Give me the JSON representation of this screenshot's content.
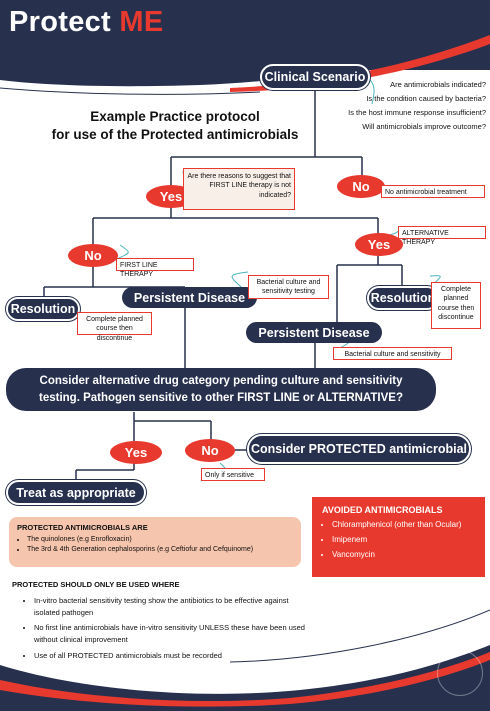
{
  "header": {
    "title_main": "Protect ",
    "title_accent": "ME"
  },
  "heading": {
    "line1": "Example Practice protocol",
    "line2": "for use of the Protected antimicrobials"
  },
  "clinical_scenario": {
    "label": "Clinical Scenario",
    "questions": [
      "Are antimicrobials indicated?",
      "Is the condition caused by bacteria?",
      "Is the host immune response insufficient?",
      "Will antimicrobials improve outcome?"
    ]
  },
  "first_branch": {
    "yes": "Yes",
    "no": "No",
    "yes_note": "Are there reasons to suggest that FIRST LINE therapy is not indicated?",
    "no_note": "No antimicrobial treatment"
  },
  "second_branch": {
    "no": "No",
    "yes": "Yes",
    "first_line_note": "FIRST LINE THERAPY",
    "alternative_note": "ALTERNATIVE THERAPY"
  },
  "left_column": {
    "resolution": "Resolution",
    "resolution_note": "Complete planned course then discontinue",
    "persistent": "Persistent  Disease",
    "culture_note": "Bacterial culture and sensitivity testing"
  },
  "right_column": {
    "resolution": "Resolution",
    "resolution_note": "Complete planned course then discontinue",
    "persistent": "Persistent  Disease",
    "culture_note": "Bacterial culture and sensitivity"
  },
  "consider_alt": {
    "line1": "Consider alternative drug category pending culture and sensitivity",
    "line2": "testing. Pathogen sensitive to other FIRST LINE or ALTERNATIVE?"
  },
  "third_branch": {
    "yes": "Yes",
    "no": "No",
    "consider_protected": "Consider PROTECTED antimicrobial",
    "only_if": "Only if sensitive",
    "treat": "Treat as appropriate"
  },
  "protected_box": {
    "title": "PROTECTED ANTIMICROBIALS ARE",
    "items": [
      "The quinolones (e.g Enrofloxacin)",
      "The 3rd & 4th Generation cephalosporins  (e.g Ceftiofur and Cefquinome)"
    ]
  },
  "avoided_box": {
    "title": "AVOIDED ANTIMICROBIALS",
    "items": [
      "Chloramphenicol (other than Ocular)",
      "Imipenem",
      "Vancomycin"
    ]
  },
  "protected_should": {
    "title": "PROTECTED SHOULD ONLY BE USED WHERE",
    "items": [
      "In-vitro bacterial sensitivity testing show the antibiotics to be effective against isolated pathogen",
      "No first line antimicrobials have in-vitro sensitivity UNLESS these have been used without clinical improvement",
      "Use of all PROTECTED antimicrobials must be recorded"
    ]
  },
  "colors": {
    "navy": "#27304d",
    "red": "#e8392f",
    "peach": "#f6c5ad",
    "teal": "#4ab5bd"
  }
}
